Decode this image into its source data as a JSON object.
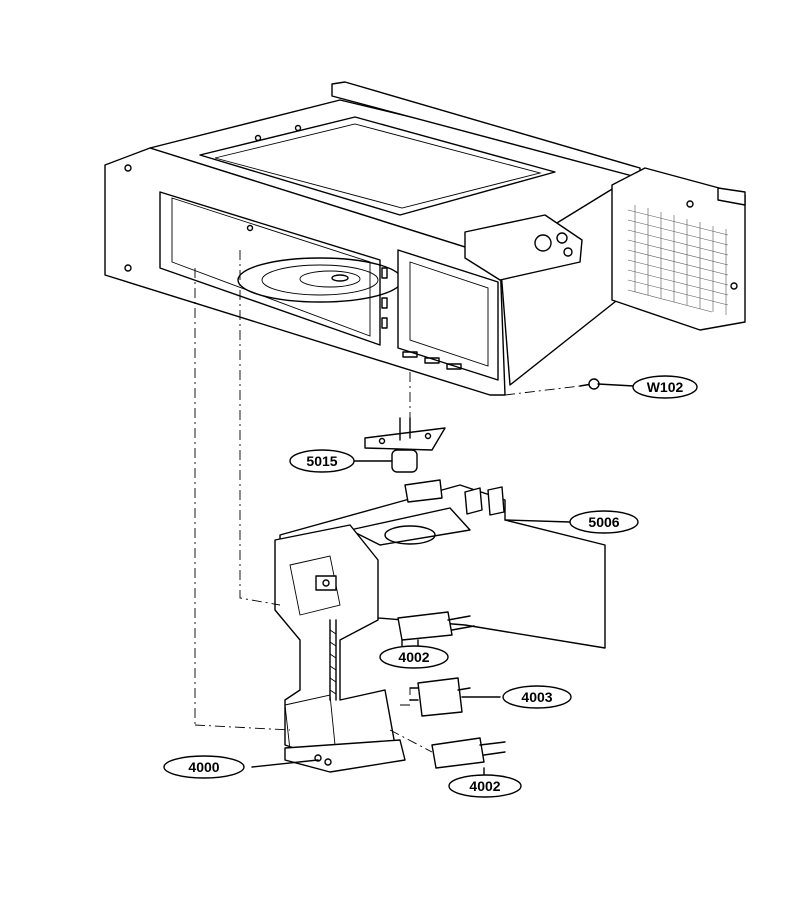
{
  "labels": {
    "w102": "W102",
    "p5015": "5015",
    "p5006": "5006",
    "p4002_upper": "4002",
    "p4003": "4003",
    "p4000": "4000",
    "p4002_lower": "4002"
  }
}
